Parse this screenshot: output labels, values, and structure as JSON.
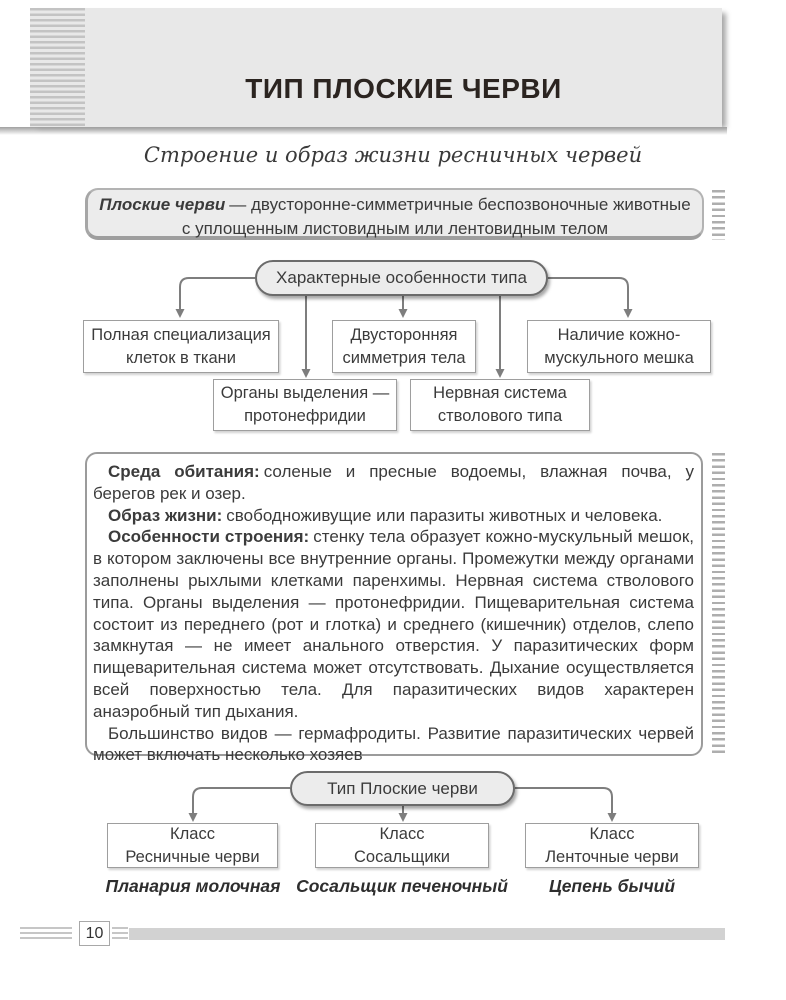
{
  "colors": {
    "box_border": "#9b9b9b",
    "panel_fill": "#ececec",
    "arrow": "#7e7e7e",
    "text": "#3b3b3b",
    "footer_bar": "#d2d2d2"
  },
  "header": {
    "title": "ТИП ПЛОСКИЕ ЧЕРВИ"
  },
  "subtitle": "Строение и образ жизни ресничных червей",
  "definition": {
    "term": "Плоские черви",
    "line1_rest": "— двусторонне-симметричные беспозвоночные животные",
    "line2": "с уплощенным листовидным или лентовидным телом"
  },
  "features_chart": {
    "root": "Характерные особенности типа",
    "row1": [
      "Полная специализация клеток в ткани",
      "Двусторонняя симметрия тела",
      "Наличие кожно-мускульного мешка"
    ],
    "row2": [
      "Органы выделения — протонефридии",
      "Нервная система стволового типа"
    ]
  },
  "info_box": {
    "paragraphs": [
      {
        "label": "Среда обитания:",
        "text": "соленые и пресные водоемы, влажная почва, у берегов рек и озер."
      },
      {
        "label": "Образ жизни:",
        "text": "свободноживущие или паразиты животных и человека."
      },
      {
        "label": "Особенности строения:",
        "text": "стенку тела образует кожно-мускульный мешок, в котором заключены все внутренние органы. Промежутки между органами заполнены рыхлыми клетками паренхимы. Нервная система стволового типа. Органы выделения — протонефридии. Пищеварительная система состоит из переднего (рот и глотка) и среднего (кишечник) отделов, слепо замкнутая — не имеет анального отверстия. У паразитических форм пищеварительная система может отсутствовать. Дыхание осуществляется всей поверхностью тела. Для паразитических видов характерен анаэробный тип дыхания."
      },
      {
        "label": "",
        "text": "Большинство видов — гермафродиты. Развитие паразитических червей может включать несколько хозяев"
      }
    ]
  },
  "classification_chart": {
    "root": "Тип Плоские черви",
    "classes": [
      {
        "line1": "Класс",
        "line2": "Ресничные черви",
        "example": "Планария молочная"
      },
      {
        "line1": "Класс",
        "line2": "Сосальщики",
        "example": "Сосальщик печеночный"
      },
      {
        "line1": "Класс",
        "line2": "Ленточные черви",
        "example": "Цепень бычий"
      }
    ]
  },
  "footer": {
    "page_number": "10"
  }
}
